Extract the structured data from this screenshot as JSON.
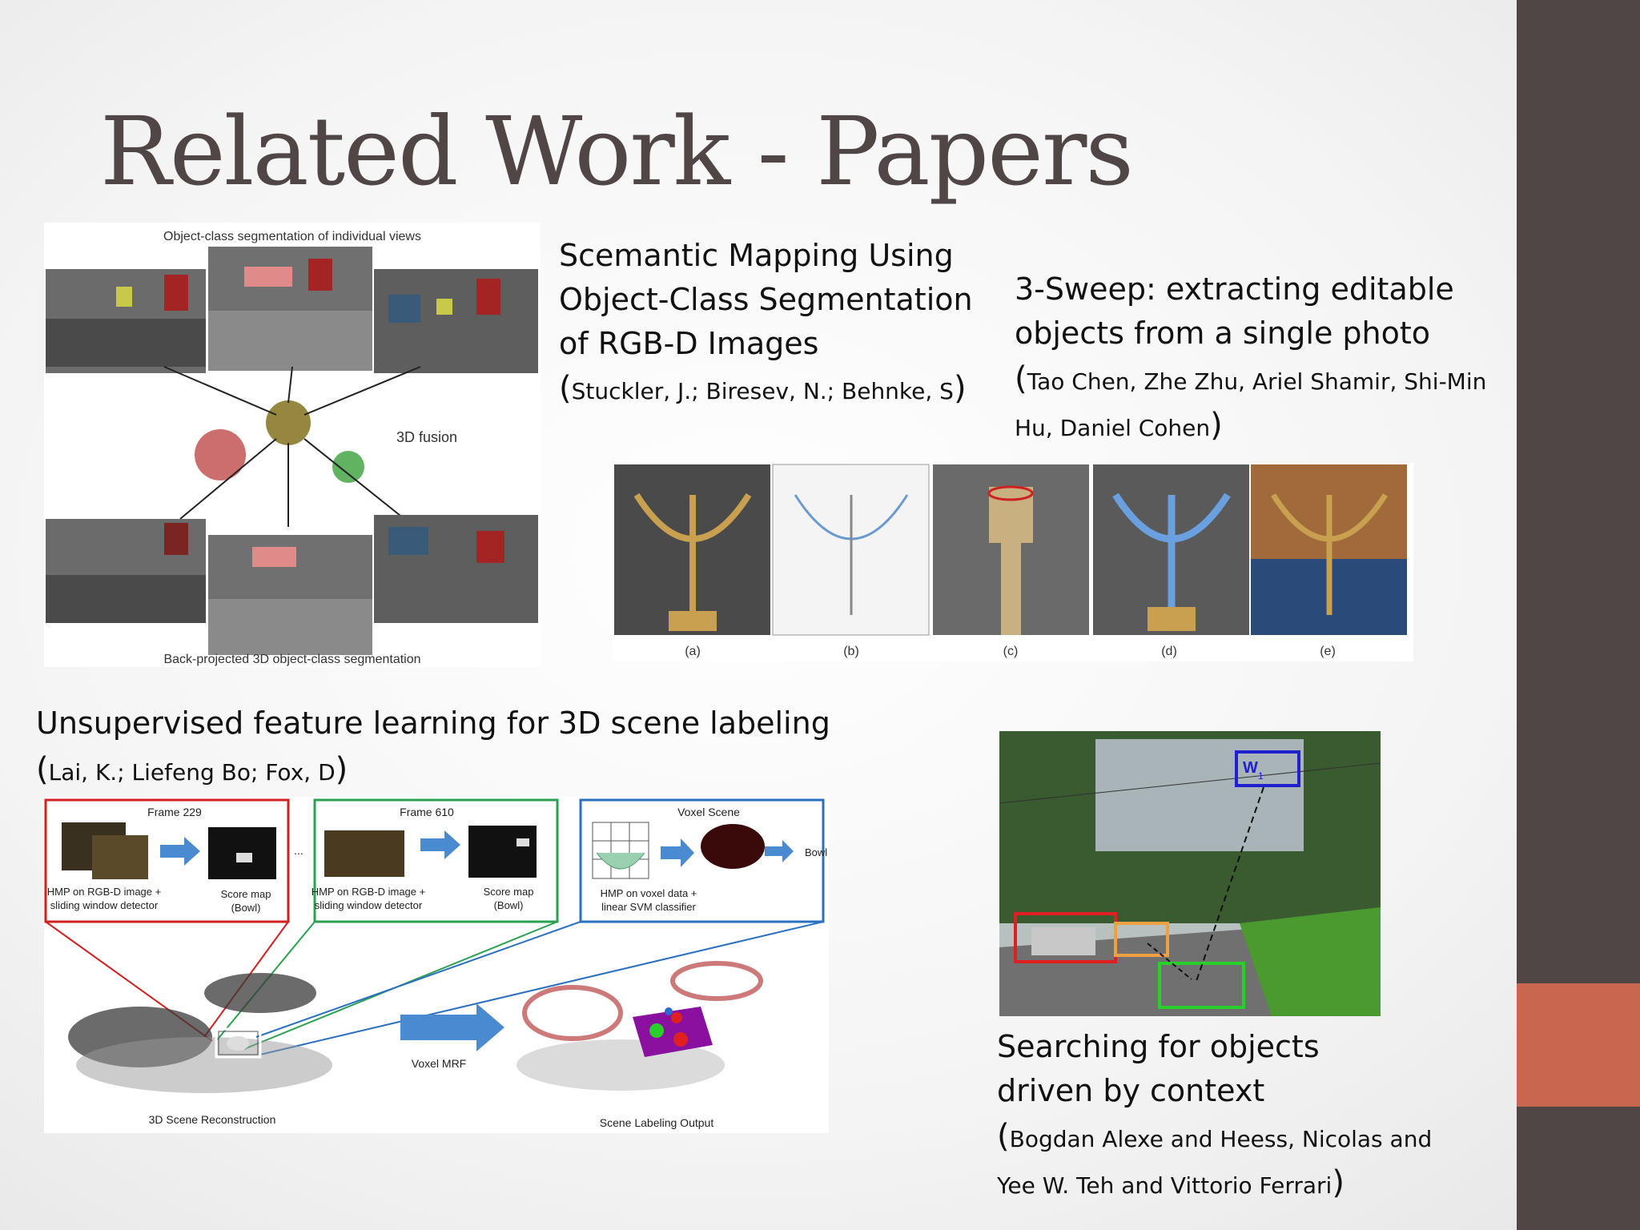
{
  "slide": {
    "title": "Related Work - Papers",
    "accent_color": "#c86650",
    "sidebar_color": "#504646"
  },
  "paper1": {
    "title_lines": [
      "Scemantic Mapping Using",
      "Object-Class Segmentation",
      "of RGB-D Images"
    ],
    "authors": "Stuckler, J.; Biresev, N.; Behnke, S",
    "figure": {
      "top_caption": "Object-class segmentation of individual views",
      "mid_label": "3D fusion",
      "bottom_caption": "Back-projected 3D object-class segmentation"
    }
  },
  "paper2": {
    "title_lines": [
      "3-Sweep: extracting editable",
      "objects from a single photo"
    ],
    "authors_lines": [
      "Tao Chen, Zhe Zhu, Ariel Shamir, Shi-Min",
      "Hu, Daniel Cohen"
    ],
    "figure": {
      "panel_labels": [
        "(a)",
        "(b)",
        "(c)",
        "(d)",
        "(e)"
      ]
    }
  },
  "paper3": {
    "title": "Unsupervised feature learning for 3D scene labeling",
    "authors": "Lai, K.; Liefeng Bo; Fox, D",
    "figure": {
      "frame1": "Frame 229",
      "frame2": "Frame 610",
      "voxel": "Voxel Scene",
      "ellipsis": "...",
      "hmp1_a": "HMP on RGB-D image +",
      "hmp1_b": "sliding window detector",
      "score1_a": "Score map",
      "score1_b": "(Bowl)",
      "hmp2_a": "HMP on RGB-D image +",
      "hmp2_b": "sliding window detector",
      "score2_a": "Score map",
      "score2_b": "(Bowl)",
      "bowl": "Bowl",
      "voxel_a": "HMP on voxel data +",
      "voxel_b": "linear SVM classifier",
      "mrf": "Voxel MRF",
      "recon": "3D Scene Reconstruction",
      "output": "Scene Labeling Output"
    }
  },
  "paper4": {
    "title_lines": [
      "Searching for objects",
      "driven by context"
    ],
    "authors_lines": [
      "Bogdan Alexe and Heess, Nicolas and",
      "Yee W. Teh and Vittorio Ferrari"
    ],
    "figure": {
      "window_label": "W",
      "window_sub": "1"
    }
  }
}
